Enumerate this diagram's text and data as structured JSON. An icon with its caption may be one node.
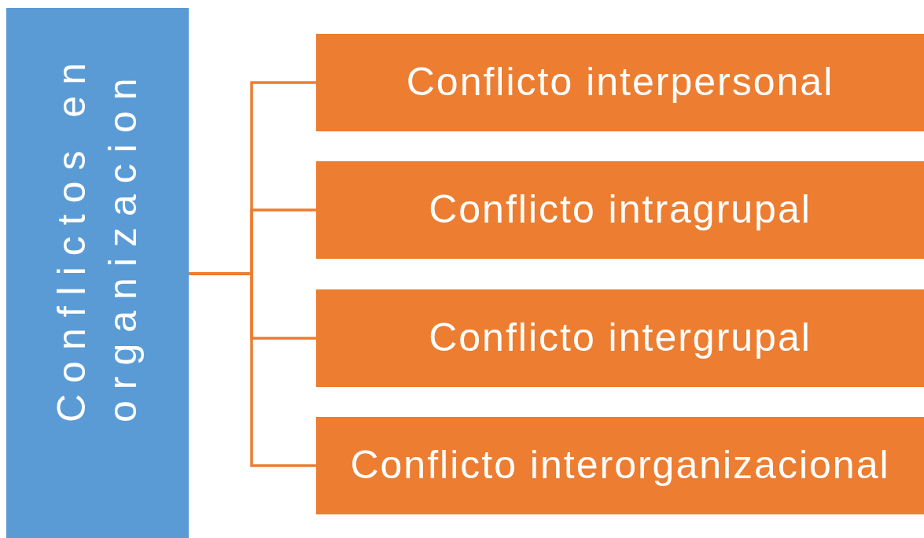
{
  "diagram": {
    "nodes": [
      {
        "text": [
          "Conflictos en organizacion"
        ]
      },
      {
        "text": [
          "Conflicto interpersonal"
        ]
      },
      {
        "text": [
          "Conflicto intragrupal"
        ]
      },
      {
        "text": [
          "Conflicto intergrupal"
        ]
      },
      {
        "text": [
          "Conflicto interorganizacional"
        ]
      }
    ],
    "edges": [
      {
        "from": 0,
        "to": 1,
        "arrow": "none"
      },
      {
        "from": 0,
        "to": 2,
        "arrow": "none"
      },
      {
        "from": 0,
        "to": 3,
        "arrow": "none"
      },
      {
        "from": 0,
        "to": 4,
        "arrow": "none"
      }
    ]
  }
}
